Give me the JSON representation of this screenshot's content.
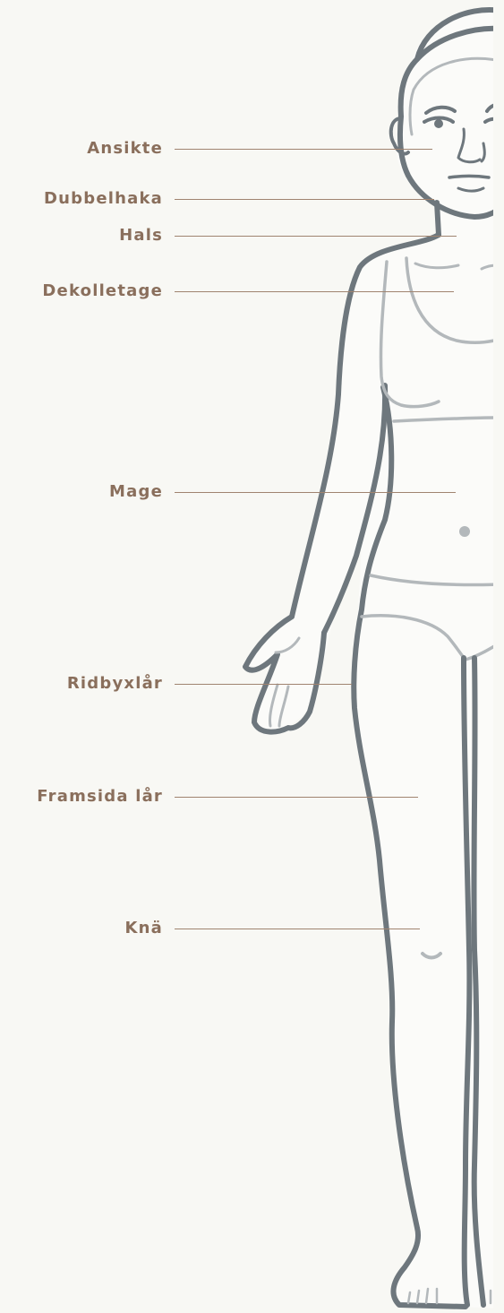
{
  "colors": {
    "background": "#f8f8f4",
    "label": "#8a6f5c",
    "leader_line": "#a08470",
    "outline_dark": "#6e777d",
    "outline_light": "#b3b8bb",
    "skin_fill": "#fbfbf9"
  },
  "zones": [
    {
      "id": "ansikte",
      "label": "Ansikte"
    },
    {
      "id": "dubbelhaka",
      "label": "Dubbelhaka"
    },
    {
      "id": "hals",
      "label": "Hals"
    },
    {
      "id": "dekolletage",
      "label": "Dekolletage"
    },
    {
      "id": "mage",
      "label": "Mage"
    },
    {
      "id": "ridbyxlar",
      "label": "Ridbyxlår"
    },
    {
      "id": "framsida-lar",
      "label": "Framsida lår"
    },
    {
      "id": "kna",
      "label": "Knä"
    }
  ]
}
